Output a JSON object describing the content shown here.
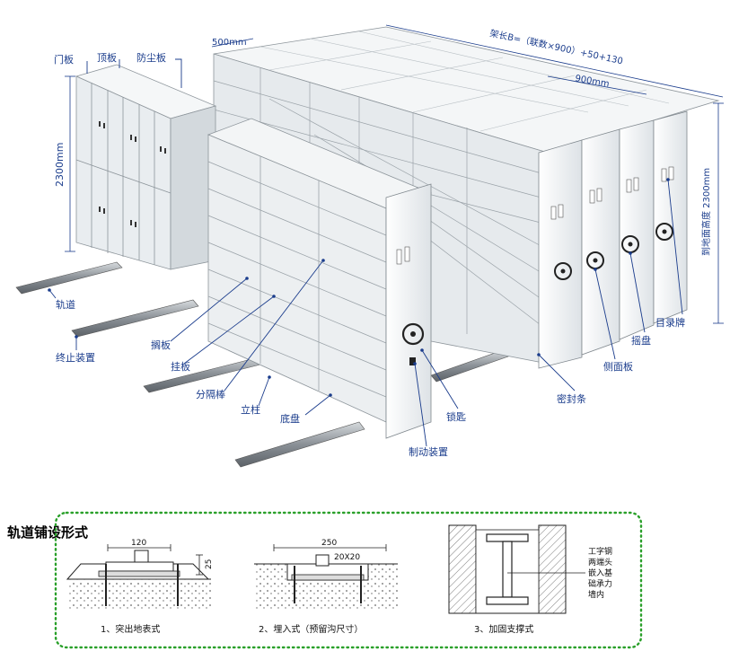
{
  "labels": {
    "door_panel": "门板",
    "top_panel": "顶板",
    "dust_panel": "防尘板",
    "height_left": "2300mm",
    "rail": "轨道",
    "stop_device": "终止装置",
    "shelf_board": "搁板",
    "hanging_board": "挂板",
    "divider_rod": "分隔棒",
    "column": "立柱",
    "base_tray": "底盘",
    "brake_device": "制动装置",
    "key": "锁匙",
    "seal_strip": "密封条",
    "side_panel": "侧面板",
    "hand_wheel": "摇盘",
    "catalog_plate": "目录牌",
    "depth_dim": "500mm",
    "length_formula": "架长B=（联数×900）+50+130",
    "unit_width": "900mm",
    "height_right": "到地面高度 2300mm"
  },
  "section": {
    "title": "轨道铺设形式",
    "items": [
      {
        "caption": "1、突出地表式",
        "dim_width": "120",
        "dim_height": "25"
      },
      {
        "caption": "2、埋入式（预留沟尺寸）",
        "dim_width": "250",
        "dim_groove": "20X20"
      },
      {
        "caption": "3、加固支撑式",
        "note_lines": [
          "工字钢",
          "两端头",
          "嵌入基",
          "础承力",
          "墙内"
        ]
      }
    ]
  },
  "colors": {
    "label_blue": "#1a3c8c",
    "cabinet_light": "#eef1f3",
    "cabinet_shade": "#c9cfd4",
    "rail_metal": "#8a9096",
    "dotted_border": "#2aa02a"
  }
}
